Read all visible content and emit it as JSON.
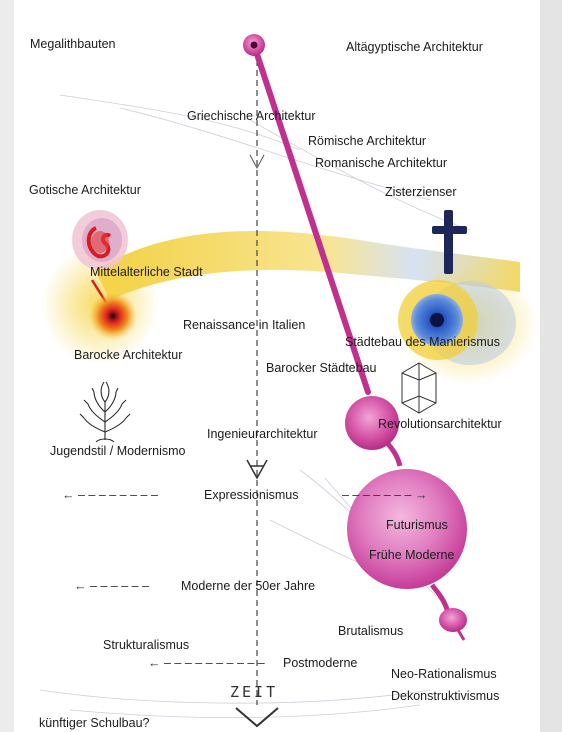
{
  "labels": {
    "megalithbauten": "Megalithbauten",
    "altaegyptische": "Altägyptische Architektur",
    "griechische": "Griechische Architektur",
    "roemische": "Römische Architektur",
    "romanische": "Romanische Architektur",
    "gotische": "Gotische Architektur",
    "zisterzienser": "Zisterzienser",
    "mittelalterliche_stadt": "Mittelalterliche Stadt",
    "renaissance": "Renaissance in Italien",
    "staedtebau_manierismus": "Städtebau des Manierismus",
    "barocke_architektur": "Barocke Architektur",
    "barocker_staedtebau": "Barocker Städtebau",
    "ingenieurarchitektur": "Ingenieurarchitektur",
    "revolutionsarchitektur": "Revolutionsarchitektur",
    "jugendstil": "Jugendstil / Modernismo",
    "expressionismus": "Expressionismus",
    "futurismus": "Futurismus",
    "fruehe_moderne": "Frühe Moderne",
    "moderne_50er": "Moderne der 50er Jahre",
    "strukturalismus": "Strukturalismus",
    "brutalismus": "Brutalismus",
    "postmoderne": "Postmoderne",
    "neo_rationalismus": "Neo-Rationalismus",
    "dekonstruktivismus": "Dekonstruktivismus",
    "kuenftiger_schulbau": "künftiger Schulbau?",
    "zeit": "ZEIT",
    "expressionismus_left_dash": "← – – – – – – – –",
    "expressionismus_right_dash": "– – – – – – – →",
    "moderne_left_dash": "← – – – – – –",
    "postmoderne_left_dash": "← – – – – – – – – – –"
  },
  "colors": {
    "magenta": "#c0308e",
    "magenta_light": "#e07cc0",
    "yellow": "#f2cf3a",
    "navy": "#1e2858",
    "blue": "#2c5cc8",
    "red": "#d81c22",
    "orange": "#f08a1c",
    "pale_blue": "#b6cbe8",
    "grey_line": "#555555"
  },
  "icons": [
    "cross-icon",
    "tree-icon",
    "crystal-icon",
    "ear-shape-icon"
  ]
}
